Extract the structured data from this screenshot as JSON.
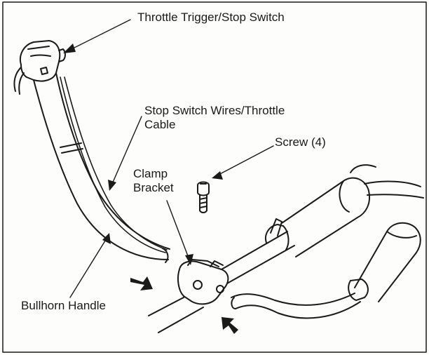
{
  "labels": {
    "throttle_trigger": "Throttle Trigger/Stop Switch",
    "stop_switch_wires_line1": "Stop Switch Wires/Throttle",
    "stop_switch_wires_line2": "Cable",
    "screw": "Screw (4)",
    "clamp_bracket_line1": "Clamp",
    "clamp_bracket_line2": "Bracket",
    "bullhorn_handle": "Bullhorn Handle"
  },
  "colors": {
    "ink": "#1a1a1a",
    "paper": "#fdfdfb"
  }
}
